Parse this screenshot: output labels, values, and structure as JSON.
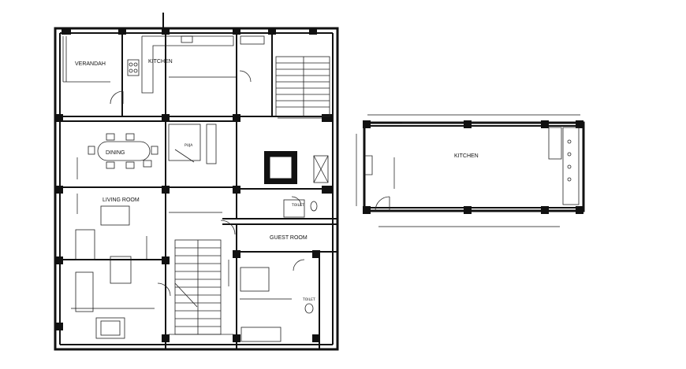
{
  "ground_plan": {
    "rooms": {
      "verandah": "VERANDAH",
      "kitchen": "KITCHEN",
      "dining": "DINING",
      "living_room": "LIVING ROOM",
      "guest_room": "GUEST ROOM",
      "puja": "PUJA",
      "toilet_1": "TOILET",
      "toilet_2": "TOILET"
    }
  },
  "kitchen_detail": {
    "room": "KITCHEN"
  }
}
